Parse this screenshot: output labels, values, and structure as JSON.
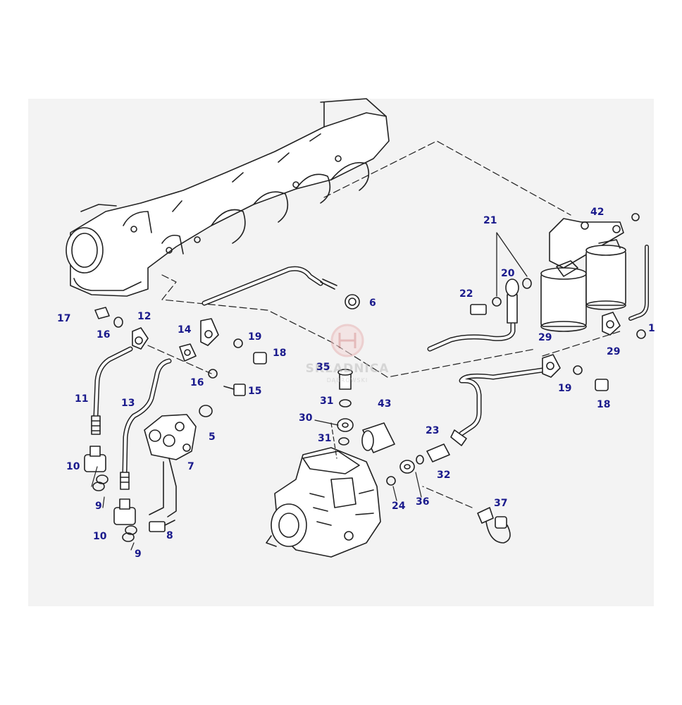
{
  "diagram": {
    "part_labels": [
      {
        "id": "p1",
        "text": "1"
      },
      {
        "id": "p5",
        "text": "5"
      },
      {
        "id": "p6",
        "text": "6"
      },
      {
        "id": "p7",
        "text": "7"
      },
      {
        "id": "p8",
        "text": "8"
      },
      {
        "id": "p9a",
        "text": "9"
      },
      {
        "id": "p9b",
        "text": "9"
      },
      {
        "id": "p10a",
        "text": "10"
      },
      {
        "id": "p10b",
        "text": "10"
      },
      {
        "id": "p11",
        "text": "11"
      },
      {
        "id": "p12",
        "text": "12"
      },
      {
        "id": "p13",
        "text": "13"
      },
      {
        "id": "p14",
        "text": "14"
      },
      {
        "id": "p15",
        "text": "15"
      },
      {
        "id": "p16a",
        "text": "16"
      },
      {
        "id": "p16b",
        "text": "16"
      },
      {
        "id": "p17",
        "text": "17"
      },
      {
        "id": "p18a",
        "text": "18"
      },
      {
        "id": "p18b",
        "text": "18"
      },
      {
        "id": "p19a",
        "text": "19"
      },
      {
        "id": "p19b",
        "text": "19"
      },
      {
        "id": "p20",
        "text": "20"
      },
      {
        "id": "p21",
        "text": "21"
      },
      {
        "id": "p22",
        "text": "22"
      },
      {
        "id": "p23",
        "text": "23"
      },
      {
        "id": "p24",
        "text": "24"
      },
      {
        "id": "p29a",
        "text": "29"
      },
      {
        "id": "p29b",
        "text": "29"
      },
      {
        "id": "p30",
        "text": "30"
      },
      {
        "id": "p31a",
        "text": "31"
      },
      {
        "id": "p31b",
        "text": "31"
      },
      {
        "id": "p32",
        "text": "32"
      },
      {
        "id": "p35",
        "text": "35"
      },
      {
        "id": "p36",
        "text": "36"
      },
      {
        "id": "p37",
        "text": "37"
      },
      {
        "id": "p42",
        "text": "42"
      },
      {
        "id": "p43",
        "text": "43"
      }
    ],
    "watermark": {
      "brand": "SKŁADNICA",
      "sub": "DĄBROWSKI"
    },
    "colors": {
      "label": "#1a1a8c",
      "line": "#222222",
      "background": "#f3f3f3"
    }
  }
}
